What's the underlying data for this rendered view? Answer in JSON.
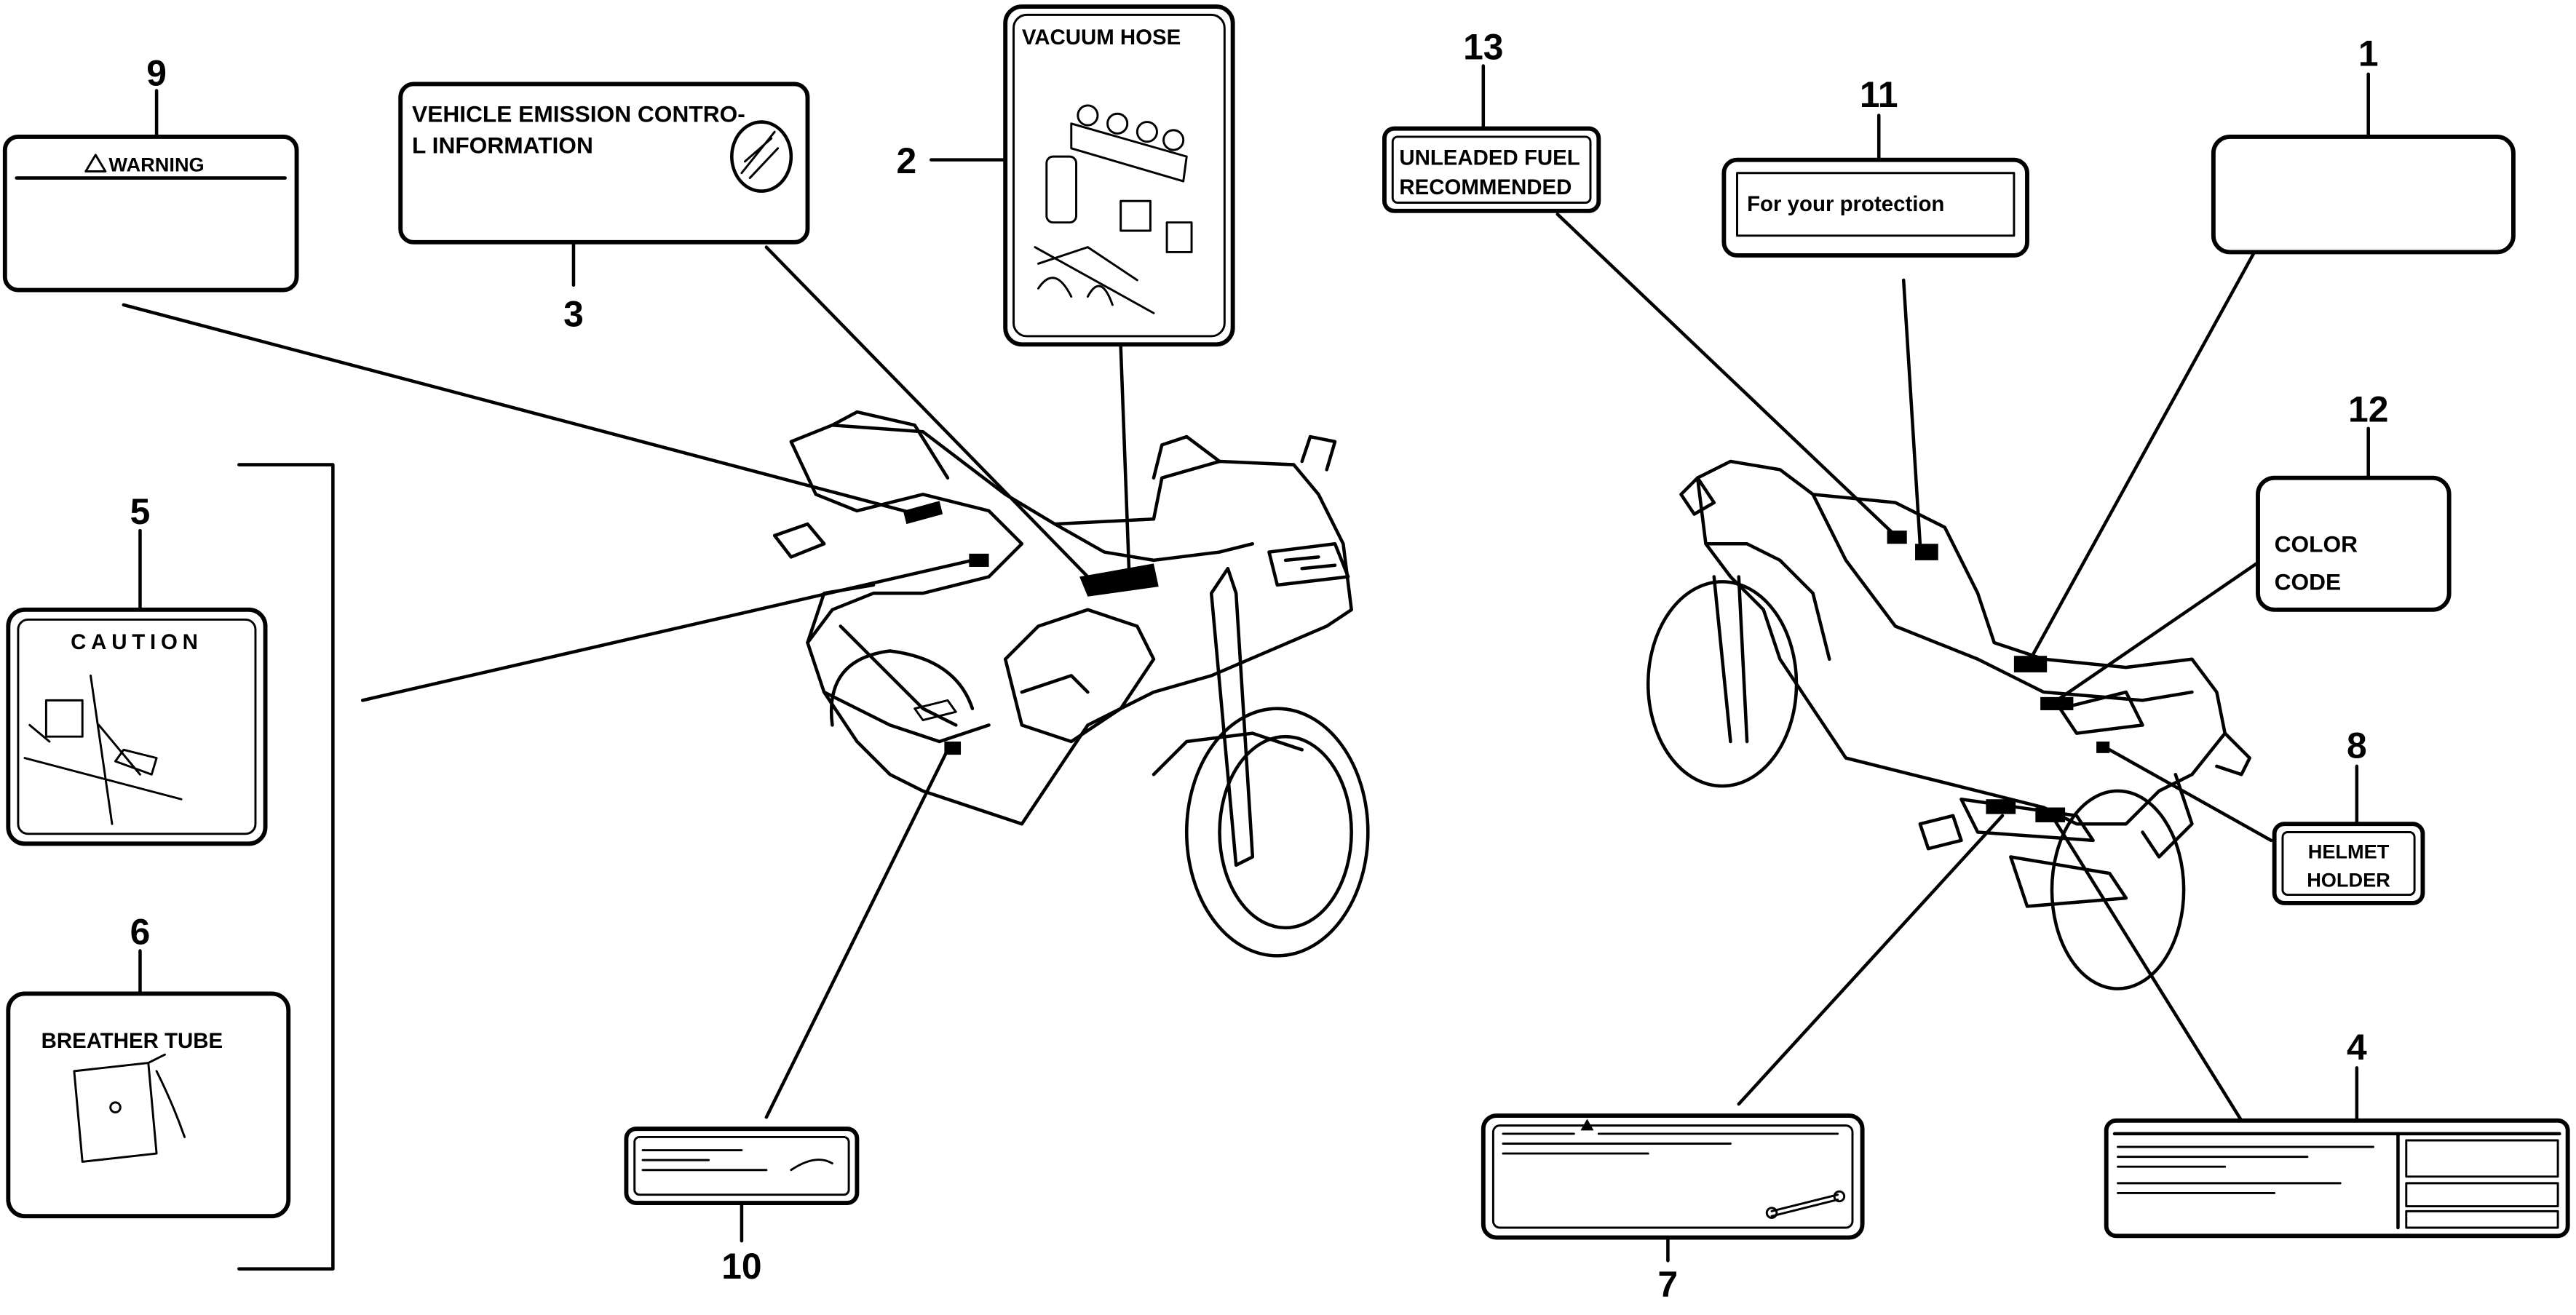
{
  "diagram": {
    "labels": [
      {
        "number": "1",
        "text": ""
      },
      {
        "number": "2",
        "text": "VACUUM HOSE"
      },
      {
        "number": "3",
        "text_line1": "VEHICLE EMISSION CONTRO-",
        "text_line2": "L  INFORMATION"
      },
      {
        "number": "4",
        "text": ""
      },
      {
        "number": "5",
        "text": "CAUTION"
      },
      {
        "number": "6",
        "text": "BREATHER TUBE"
      },
      {
        "number": "7",
        "text": ""
      },
      {
        "number": "8",
        "text_line1": "HELMET",
        "text_line2": "HOLDER"
      },
      {
        "number": "9",
        "text": "WARNING"
      },
      {
        "number": "10",
        "text": ""
      },
      {
        "number": "11",
        "text": "For your protection"
      },
      {
        "number": "12",
        "text_line1": "COLOR",
        "text_line2": "CODE"
      },
      {
        "number": "13",
        "text_line1": "UNLEADED FUEL",
        "text_line2": "RECOMMENDED"
      }
    ],
    "icons": {
      "warning": "triangle-warning-icon"
    },
    "colors": {
      "ink": "#000000",
      "paper": "#ffffff"
    }
  }
}
